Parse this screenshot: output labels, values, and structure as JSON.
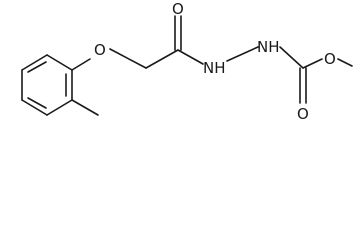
{
  "structure": {
    "atoms": {
      "ether_oxygen": "O",
      "carbonyl_oxygen_amide": "O",
      "nh_1": "NH",
      "nh_2": "NH",
      "ester_oxygen": "O",
      "carbonyl_oxygen_ester": "O"
    }
  },
  "colors": {
    "bond": "#1a1a1a",
    "background": "#ffffff"
  }
}
